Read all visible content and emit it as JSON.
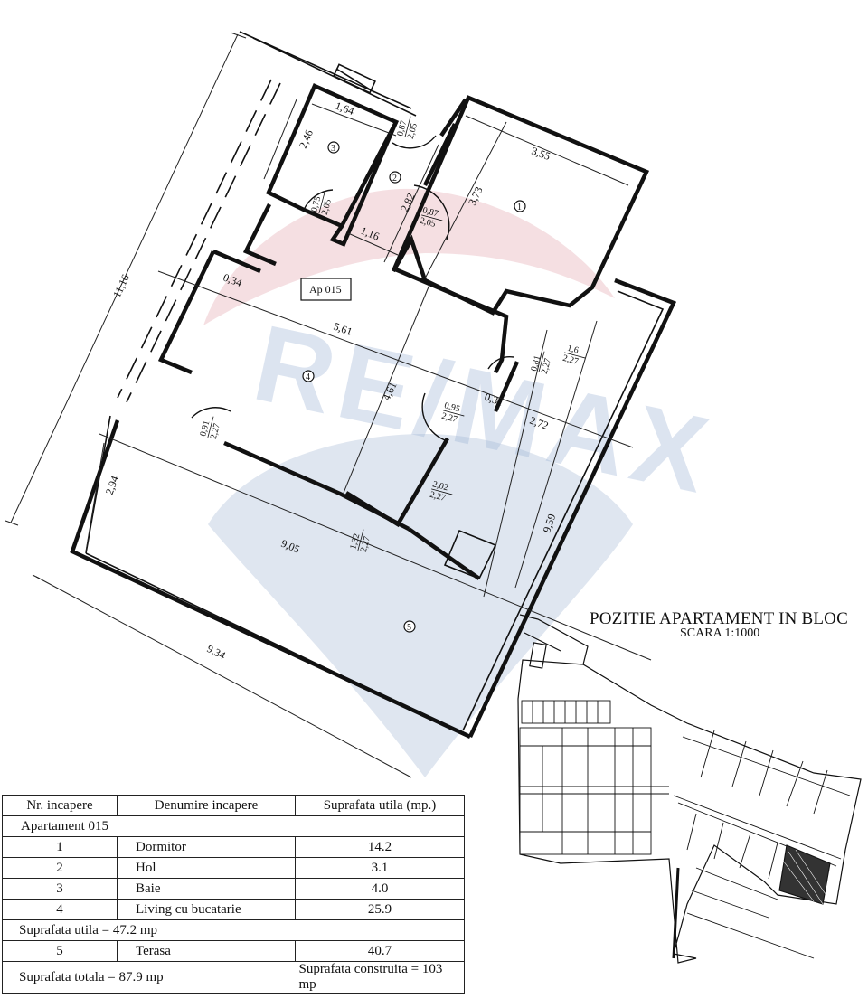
{
  "floor_plan": {
    "apartment_tag": "Ap 015",
    "watermark": "RE/MAX",
    "rooms": [
      {
        "number": "1",
        "name": "Dormitor"
      },
      {
        "number": "2",
        "name": "Hol"
      },
      {
        "number": "3",
        "name": "Baie"
      },
      {
        "number": "4",
        "name": "Living cu bucatarie"
      },
      {
        "number": "5",
        "name": "Terasa"
      }
    ],
    "dimensions": {
      "overall_left": "11,16",
      "overall_bottom": "9,34",
      "room3_width": "1,64",
      "room3_length": "2,46",
      "hall_width": "1,16",
      "hall_length": "2,82",
      "room1_width": "3,55",
      "room1_length": "3,73",
      "living_offset": "0,34",
      "living_width": "5,61",
      "living_length": "4,61",
      "living_offset2": "0,31",
      "living_right": "2,72",
      "terrace_width": "2,94",
      "terrace_length": "9,05",
      "terrace_right": "9,59"
    },
    "doors": [
      {
        "w": "0,87",
        "h": "2,05"
      },
      {
        "w": "0,75",
        "h": "2,05"
      },
      {
        "w": "0,87",
        "h": "2,05"
      },
      {
        "w": "0,81",
        "h": "2,27"
      },
      {
        "w": "1,6",
        "h": "2,27"
      },
      {
        "w": "0,95",
        "h": "2,27"
      },
      {
        "w": "0,91",
        "h": "2,27"
      },
      {
        "w": "2,02",
        "h": "2,27"
      },
      {
        "w": "1,32",
        "h": "2,27"
      }
    ]
  },
  "location": {
    "title": "POZITIE APARTAMENT IN BLOC",
    "scale": "SCARA 1:1000"
  },
  "table": {
    "headers": [
      "Nr. incapere",
      "Denumire incapere",
      "Suprafata utila (mp.)"
    ],
    "group_label": "Apartament 015",
    "rows": [
      {
        "nr": "1",
        "name": "Dormitor",
        "area": "14.2"
      },
      {
        "nr": "2",
        "name": "Hol",
        "area": "3.1"
      },
      {
        "nr": "3",
        "name": "Baie",
        "area": "4.0"
      },
      {
        "nr": "4",
        "name": "Living cu bucatarie",
        "area": "25.9"
      }
    ],
    "subtotal": "Suprafata utila = 47.2 mp",
    "terrace_row": {
      "nr": "5",
      "name": "Terasa",
      "area": "40.7"
    },
    "total": "Suprafata totala = 87.9 mp",
    "built": "Suprafata construita = 103 mp"
  }
}
